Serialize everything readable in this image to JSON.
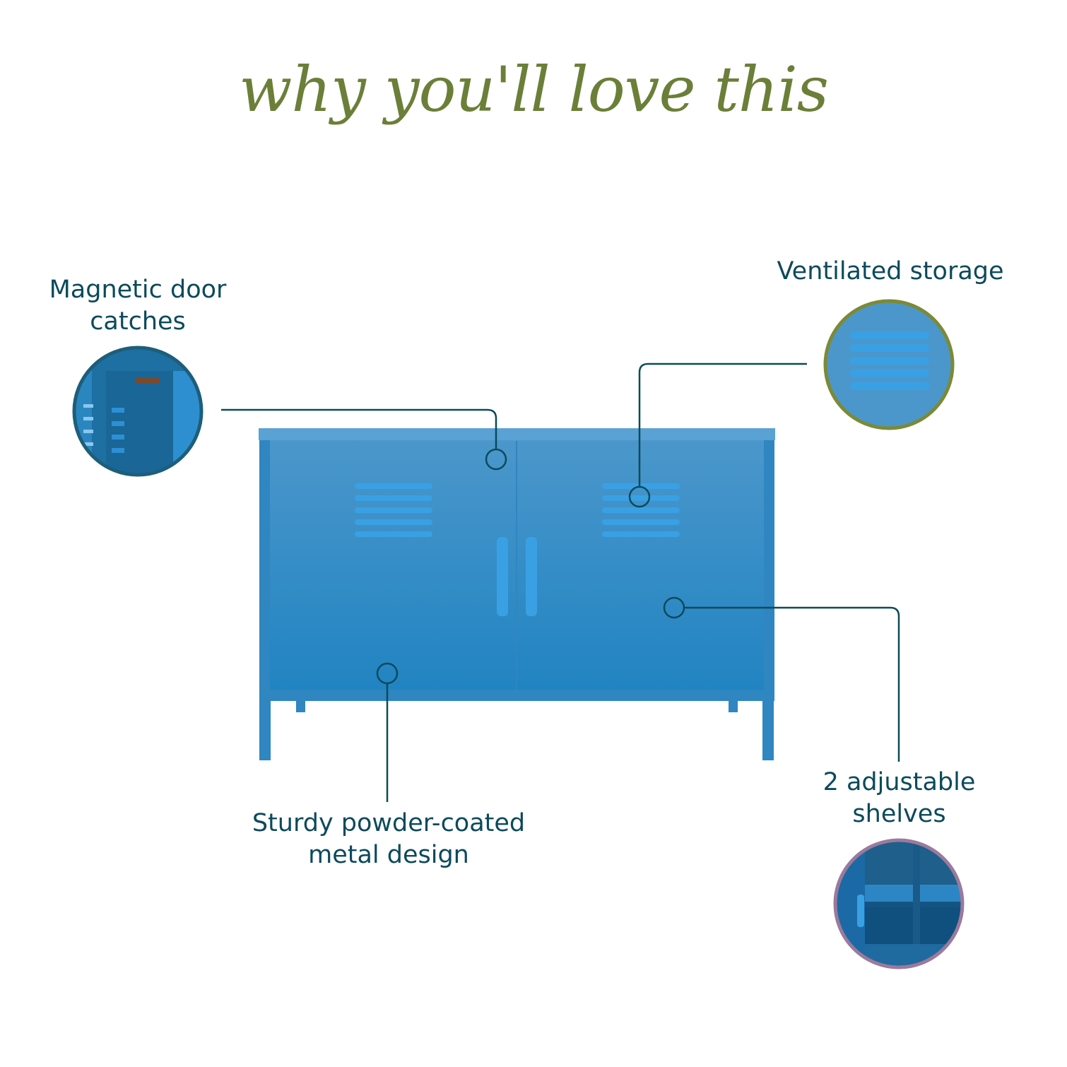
{
  "heading": {
    "text": "why you'll love this",
    "color": "#6b7f38"
  },
  "colors": {
    "callout_text": "#0c4a5c",
    "leader_line": "#0c4a5c",
    "cabinet_top": "#5aa2d4",
    "cabinet_body_light": "#4b97cb",
    "cabinet_body_dark": "#1f83c1",
    "cabinet_edge": "#2f86c0",
    "vent_slat": "#3aa0e4",
    "ring_magnetic": "#1d5e7a",
    "ring_ventilated": "#7c8a35",
    "ring_shelves": "#9b7a9c"
  },
  "features": [
    {
      "id": "magnetic",
      "label_lines": [
        "Magnetic door",
        "catches"
      ],
      "icon": "door-edge-closeup-icon"
    },
    {
      "id": "ventilated",
      "label_lines": [
        "Ventilated storage"
      ],
      "icon": "vent-slats-closeup-icon"
    },
    {
      "id": "sturdy",
      "label_lines": [
        "Sturdy powder-coated",
        "metal design"
      ],
      "icon": ""
    },
    {
      "id": "shelves",
      "label_lines": [
        "2 adjustable",
        "shelves"
      ],
      "icon": "interior-shelves-closeup-icon"
    }
  ]
}
